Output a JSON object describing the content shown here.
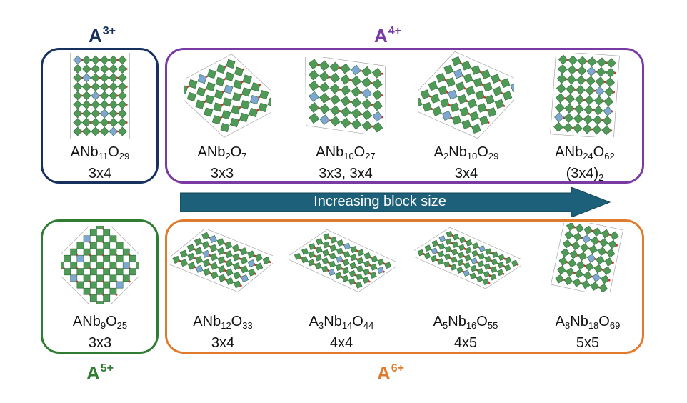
{
  "colors": {
    "a3": "#17305e",
    "a4": "#7b3aa3",
    "a5": "#2f7d32",
    "a6": "#e07b2e",
    "arrow": "#1d6079",
    "octahedron": "#4f9a57",
    "octahedron_edge": "#2c6a35",
    "tetra": "#7fa7d6",
    "oxygen": "#d32f2f",
    "cell": "#9a9a9a"
  },
  "groups": {
    "a3": {
      "base": "A",
      "charge": "3+"
    },
    "a4": {
      "base": "A",
      "charge": "4+"
    },
    "a5": {
      "base": "A",
      "charge": "5+"
    },
    "a6": {
      "base": "A",
      "charge": "6+"
    }
  },
  "arrow": {
    "label": "Increasing block size"
  },
  "compounds": [
    {
      "formula": [
        "A",
        "Nb",
        "11",
        "O",
        "29"
      ],
      "block": "3x4"
    },
    {
      "formula": [
        "A",
        "Nb",
        "2",
        "O",
        "7"
      ],
      "block": "3x3"
    },
    {
      "formula": [
        "A",
        "Nb",
        "10",
        "O",
        "27"
      ],
      "block": "3x3, 3x4"
    },
    {
      "formula": [
        "A",
        "2",
        "Nb",
        "10",
        "O",
        "29"
      ],
      "block": "3x4"
    },
    {
      "formula": [
        "A",
        "Nb",
        "24",
        "O",
        "62"
      ],
      "block": "(3x4)",
      "block_sub": "2"
    },
    {
      "formula": [
        "A",
        "Nb",
        "9",
        "O",
        "25"
      ],
      "block": "3x3"
    },
    {
      "formula": [
        "A",
        "Nb",
        "12",
        "O",
        "33"
      ],
      "block": "3x4"
    },
    {
      "formula": [
        "A",
        "3",
        "Nb",
        "14",
        "O",
        "44"
      ],
      "block": "4x4"
    },
    {
      "formula": [
        "A",
        "5",
        "Nb",
        "16",
        "O",
        "55"
      ],
      "block": "4x5"
    },
    {
      "formula": [
        "A",
        "8",
        "Nb",
        "18",
        "O",
        "69"
      ],
      "block": "5x5"
    }
  ]
}
